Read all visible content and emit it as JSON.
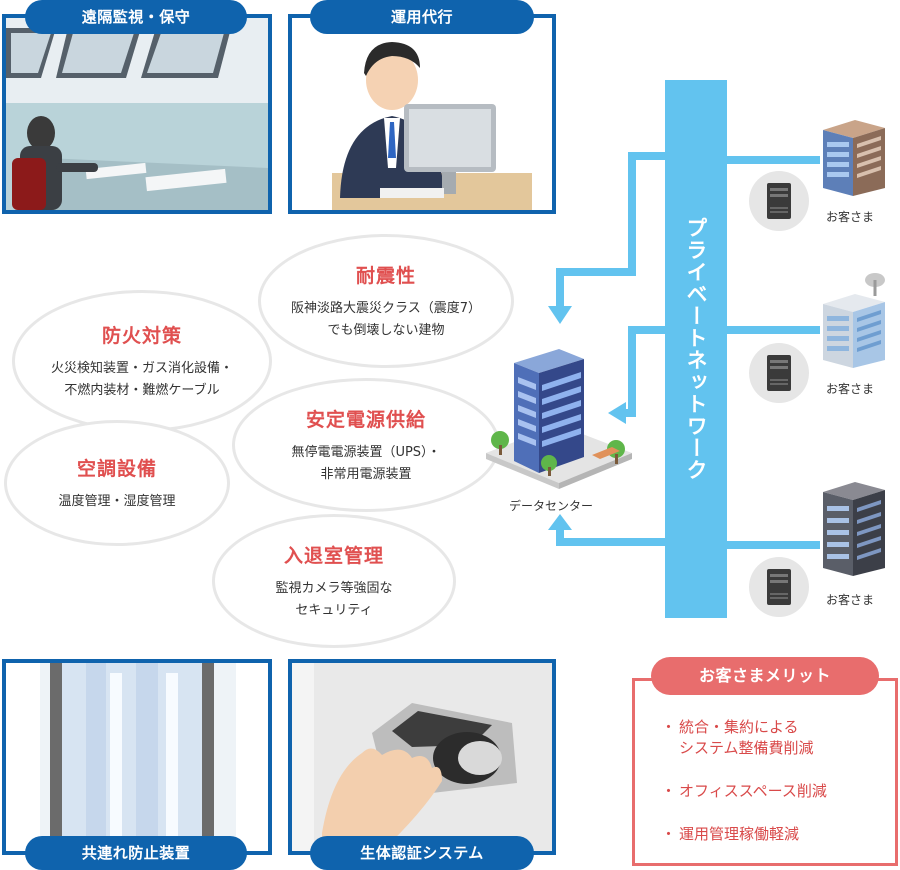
{
  "panels": {
    "remote": "遠隔監視・保守",
    "operation": "運用代行",
    "anti_tailgating": "共連れ防止装置",
    "biometric": "生体認証システム"
  },
  "features": [
    {
      "title": "耐震性",
      "desc": "阪神淡路大震災クラス（震度7）\nでも倒壊しない建物"
    },
    {
      "title": "防火対策",
      "desc": "火災検知装置・ガス消化設備・\n不燃内装材・難燃ケーブル"
    },
    {
      "title": "安定電源供給",
      "desc": "無停電電源装置（UPS）・\n非常用電源装置"
    },
    {
      "title": "空調設備",
      "desc": "温度管理・湿度管理"
    },
    {
      "title": "入退室管理",
      "desc": "監視カメラ等強固な\nセキュリティ"
    }
  ],
  "network": {
    "label": "プライベートネットワーク",
    "datacenter": "データセンター",
    "customers": [
      "お客さま",
      "お客さま",
      "お客さま"
    ]
  },
  "merit": {
    "title": "お客さまメリット",
    "items": [
      "統合・集約による\nシステム整備費削減",
      "オフィススペース削減",
      "運用管理稼働軽減"
    ]
  },
  "colors": {
    "panel_blue": "#0f63ad",
    "network_blue": "#62c3ef",
    "accent_red": "#e05050",
    "merit_red": "#e86d6d"
  }
}
